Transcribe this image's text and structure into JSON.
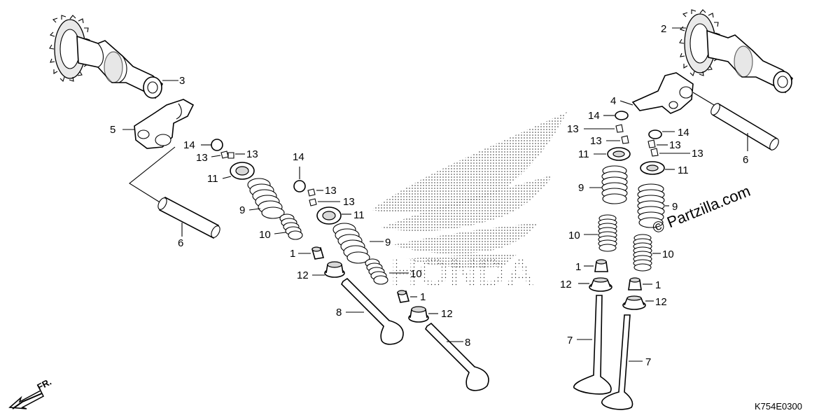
{
  "diagram": {
    "reference_code": "K754E0300",
    "watermark": "© Partzilla.com",
    "front_indicator": "FR.",
    "brand_logo": "HONDA",
    "callouts": {
      "c1a": "1",
      "c1b": "1",
      "c1c": "1",
      "c1d": "1",
      "c2": "2",
      "c3": "3",
      "c4": "4",
      "c5": "5",
      "c6a": "6",
      "c6b": "6",
      "c7a": "7",
      "c7b": "7",
      "c8a": "8",
      "c8b": "8",
      "c9a": "9",
      "c9b": "9",
      "c9c": "9",
      "c9d": "9",
      "c10a": "10",
      "c10b": "10",
      "c10c": "10",
      "c10d": "10",
      "c11a": "11",
      "c11b": "11",
      "c11c": "11",
      "c11d": "11",
      "c12a": "12",
      "c12b": "12",
      "c12c": "12",
      "c12d": "12",
      "c13a": "13",
      "c13b": "13",
      "c13c": "13",
      "c13d": "13",
      "c13e": "13",
      "c13f": "13",
      "c13g": "13",
      "c13h": "13",
      "c14a": "14",
      "c14b": "14",
      "c14c": "14",
      "c14d": "14"
    }
  }
}
